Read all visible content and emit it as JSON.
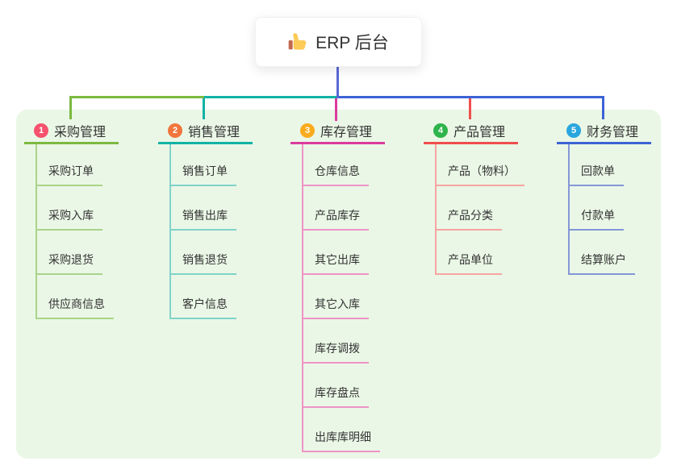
{
  "root": {
    "label": "ERP 后台",
    "icon": "thumbs-up-icon"
  },
  "colors": {
    "canvas_bg": "#ffffff",
    "panel_bg": "#eaf7e6",
    "root_line": "#5a68d6",
    "text": "#333333",
    "thumb_hand": "#fdcb58",
    "thumb_sleeve": "#c1694f"
  },
  "branches": [
    {
      "index": "1",
      "label": "采购管理",
      "badge_color": "#f6526d",
      "line_color": "#7cb940",
      "light_color": "#a9d489",
      "children": [
        "采购订单",
        "采购入库",
        "采购退货",
        "供应商信息"
      ]
    },
    {
      "index": "2",
      "label": "销售管理",
      "badge_color": "#f2763c",
      "line_color": "#12b2a5",
      "light_color": "#80d3c9",
      "children": [
        "销售订单",
        "销售出库",
        "销售退货",
        "客户信息"
      ]
    },
    {
      "index": "3",
      "label": "库存管理",
      "badge_color": "#fbab1f",
      "line_color": "#dc3b9d",
      "light_color": "#ef93c6",
      "children": [
        "仓库信息",
        "产品库存",
        "其它出库",
        "其它入库",
        "库存调拨",
        "库存盘点",
        "出库库明细"
      ]
    },
    {
      "index": "4",
      "label": "产品管理",
      "badge_color": "#2eb44c",
      "line_color": "#f04e4e",
      "light_color": "#f7a4a2",
      "children": [
        "产品（物料）",
        "产品分类",
        "产品单位"
      ]
    },
    {
      "index": "5",
      "label": "财务管理",
      "badge_color": "#2aa6de",
      "line_color": "#3c63d5",
      "light_color": "#8496d8",
      "children": [
        "回款单",
        "付款单",
        "结算账户"
      ]
    }
  ]
}
